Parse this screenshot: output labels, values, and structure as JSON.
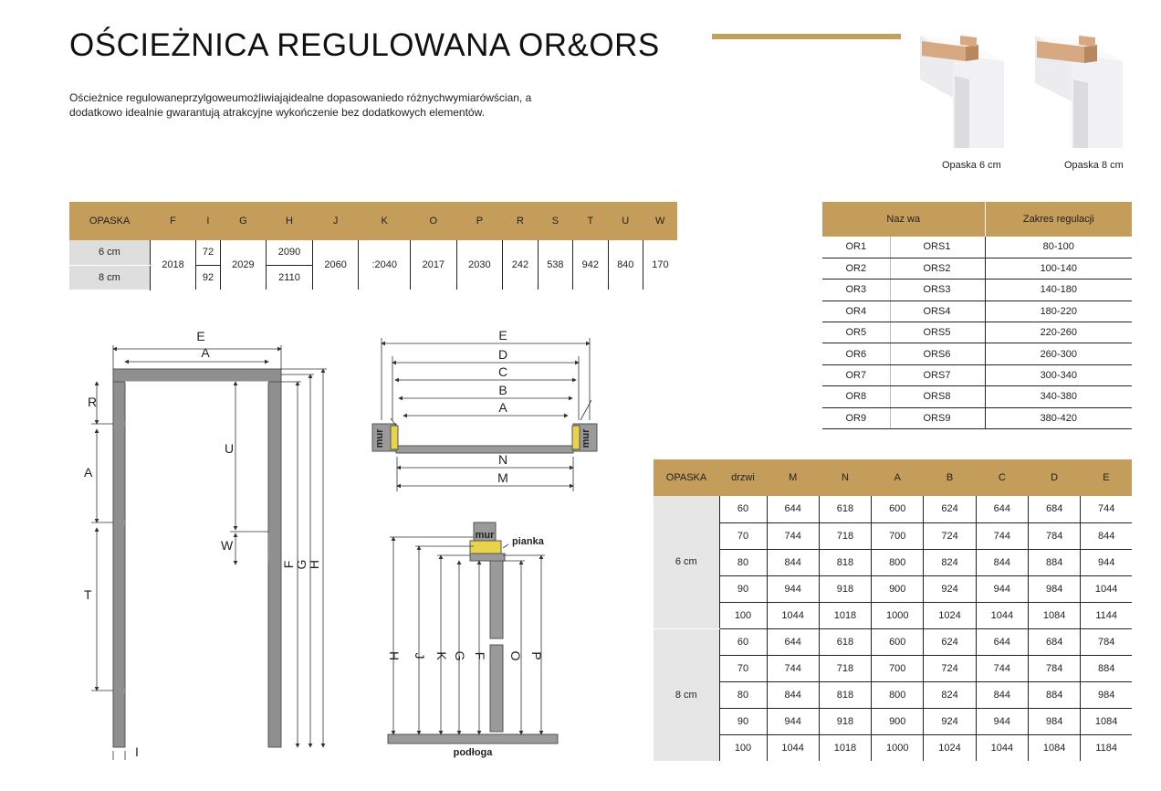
{
  "title": "OŚCIEŻNICA REGULOWANA OR&ORS",
  "description_line1": "Ościeżnice regulowaneprzylgoweumożliwiająidealne dopasowaniedo różnychwymiarówścian, a",
  "description_line2": "dodatkowo idealnie gwarantują atrakcyjne wykończenie bez dodatkowych elementów.",
  "thumbnails": [
    {
      "label": "Opaska 6 cm"
    },
    {
      "label": "Opaska 8 cm"
    }
  ],
  "colors": {
    "accent": "#c49d5a",
    "frame": "#8f8f8f",
    "wood": "#d4a77a"
  },
  "dims_table": {
    "headers": [
      "OPASKA",
      "F",
      "I",
      "G",
      "H",
      "J",
      "K",
      "O",
      "P",
      "R",
      "S",
      "T",
      "U",
      "W"
    ],
    "row_labels": [
      "6 cm",
      "8 cm"
    ],
    "F": "2018",
    "I_6": "72",
    "I_8": "92",
    "G": "2029",
    "H_6": "2090",
    "H_8": "2110",
    "J": "2060",
    "K": ":2040",
    "O": "2017",
    "P": "2030",
    "R": "242",
    "S": "538",
    "T": "942",
    "U": "840",
    "W": "170"
  },
  "reg_table": {
    "header_name": "Naz wa",
    "header_range": "Zakres regulacji",
    "rows": [
      {
        "or": "OR1",
        "ors": "ORS1",
        "range": "80-100"
      },
      {
        "or": "OR2",
        "ors": "ORS2",
        "range": "100-140"
      },
      {
        "or": "OR3",
        "ors": "ORS3",
        "range": "140-180"
      },
      {
        "or": "OR4",
        "ors": "ORS4",
        "range": "180-220"
      },
      {
        "or": "OR5",
        "ors": "ORS5",
        "range": "220-260"
      },
      {
        "or": "OR6",
        "ors": "ORS6",
        "range": "260-300"
      },
      {
        "or": "OR7",
        "ors": "ORS7",
        "range": "300-340"
      },
      {
        "or": "OR8",
        "ors": "ORS8",
        "range": "340-380"
      },
      {
        "or": "OR9",
        "ors": "ORS9",
        "range": "380-420"
      }
    ]
  },
  "size_table": {
    "headers": [
      "OPASKA",
      "drzwi",
      "M",
      "N",
      "A",
      "B",
      "C",
      "D",
      "E"
    ],
    "groups": [
      {
        "opaska": "6 cm",
        "rows": [
          [
            "60",
            "644",
            "618",
            "600",
            "624",
            "644",
            "684",
            "744"
          ],
          [
            "70",
            "744",
            "718",
            "700",
            "724",
            "744",
            "784",
            "844"
          ],
          [
            "80",
            "844",
            "818",
            "800",
            "824",
            "844",
            "884",
            "944"
          ],
          [
            "90",
            "944",
            "918",
            "900",
            "924",
            "944",
            "984",
            "1044"
          ],
          [
            "100",
            "1044",
            "1018",
            "1000",
            "1024",
            "1044",
            "1084",
            "1144"
          ]
        ]
      },
      {
        "opaska": "8 cm",
        "rows": [
          [
            "60",
            "644",
            "618",
            "600",
            "624",
            "644",
            "684",
            "784"
          ],
          [
            "70",
            "744",
            "718",
            "700",
            "724",
            "744",
            "784",
            "884"
          ],
          [
            "80",
            "844",
            "818",
            "800",
            "824",
            "844",
            "884",
            "984"
          ],
          [
            "90",
            "944",
            "918",
            "900",
            "924",
            "944",
            "984",
            "1084"
          ],
          [
            "100",
            "1044",
            "1018",
            "1000",
            "1024",
            "1044",
            "1084",
            "1184"
          ]
        ]
      }
    ]
  },
  "diagram_front": {
    "labels": {
      "E": "E",
      "A_top": "A",
      "R": "R",
      "A_side": "A",
      "T": "T",
      "U": "U",
      "W": "W",
      "F": "F",
      "G": "G",
      "H": "H",
      "I": "I"
    }
  },
  "diagram_top": {
    "labels": {
      "E": "E",
      "D": "D",
      "C": "C",
      "B": "B",
      "A": "A",
      "N": "N",
      "M": "M",
      "mur_left": "mur",
      "mur_right": "mur"
    }
  },
  "diagram_side": {
    "labels": {
      "mur": "mur",
      "pianka": "pianka",
      "H": "H",
      "J": "J",
      "K": "K",
      "G": "G",
      "F": "F",
      "O": "O",
      "P": "P",
      "podloga": "podłoga"
    }
  }
}
